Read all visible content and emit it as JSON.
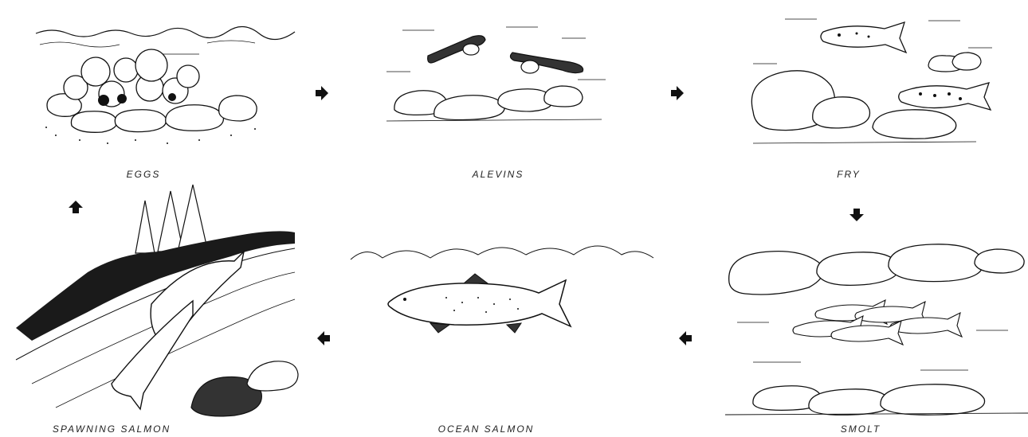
{
  "stages": {
    "eggs": "EGGS",
    "alevins": "ALEVINS",
    "fry": "FRY",
    "smolt": "SMOLT",
    "ocean_salmon": "OCEAN  SALMON",
    "spawning_salmon": "SPAWNING  SALMON"
  },
  "arrows": [
    "right",
    "right",
    "down",
    "left",
    "left",
    "up"
  ],
  "colors": {
    "ink": "#111111",
    "background": "#ffffff"
  }
}
